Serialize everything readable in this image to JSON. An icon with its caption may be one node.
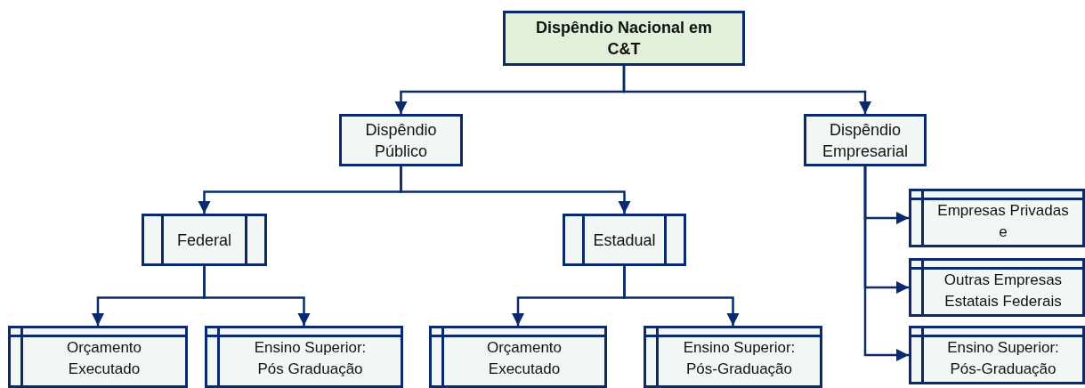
{
  "diagram": {
    "nodes": [
      {
        "text": [
          "Dispêndio Nacional em C&T"
        ]
      },
      {
        "text": [
          "Dispêndio Público"
        ]
      },
      {
        "text": [
          "Dispêndio Empresarial"
        ]
      },
      {
        "text": [
          "Federal"
        ]
      },
      {
        "text": [
          "Estadual"
        ]
      },
      {
        "text": [
          "Orçamento Executado"
        ]
      },
      {
        "text": [
          "Ensino Superior: Pós Graduação"
        ]
      },
      {
        "text": [
          "Orçamento Executado"
        ]
      },
      {
        "text": [
          "Ensino Superior: Pós-Graduação"
        ]
      },
      {
        "text": [
          "Empresas Privadas e"
        ]
      },
      {
        "text": [
          "Outras Empresas Estatais Federais"
        ]
      },
      {
        "text": [
          "Ensino Superior: Pós-Graduação"
        ]
      }
    ],
    "edges": [
      {
        "from": 0,
        "to": 1,
        "arrow": "to"
      },
      {
        "from": 0,
        "to": 2,
        "arrow": "to"
      },
      {
        "from": 1,
        "to": 3,
        "arrow": "to"
      },
      {
        "from": 1,
        "to": 4,
        "arrow": "to"
      },
      {
        "from": 3,
        "to": 5,
        "arrow": "to"
      },
      {
        "from": 3,
        "to": 6,
        "arrow": "to"
      },
      {
        "from": 4,
        "to": 7,
        "arrow": "to"
      },
      {
        "from": 4,
        "to": 8,
        "arrow": "to"
      },
      {
        "from": 2,
        "to": 9,
        "arrow": "to"
      },
      {
        "from": 2,
        "to": 10,
        "arrow": "to"
      },
      {
        "from": 2,
        "to": 11,
        "arrow": "to"
      }
    ]
  }
}
